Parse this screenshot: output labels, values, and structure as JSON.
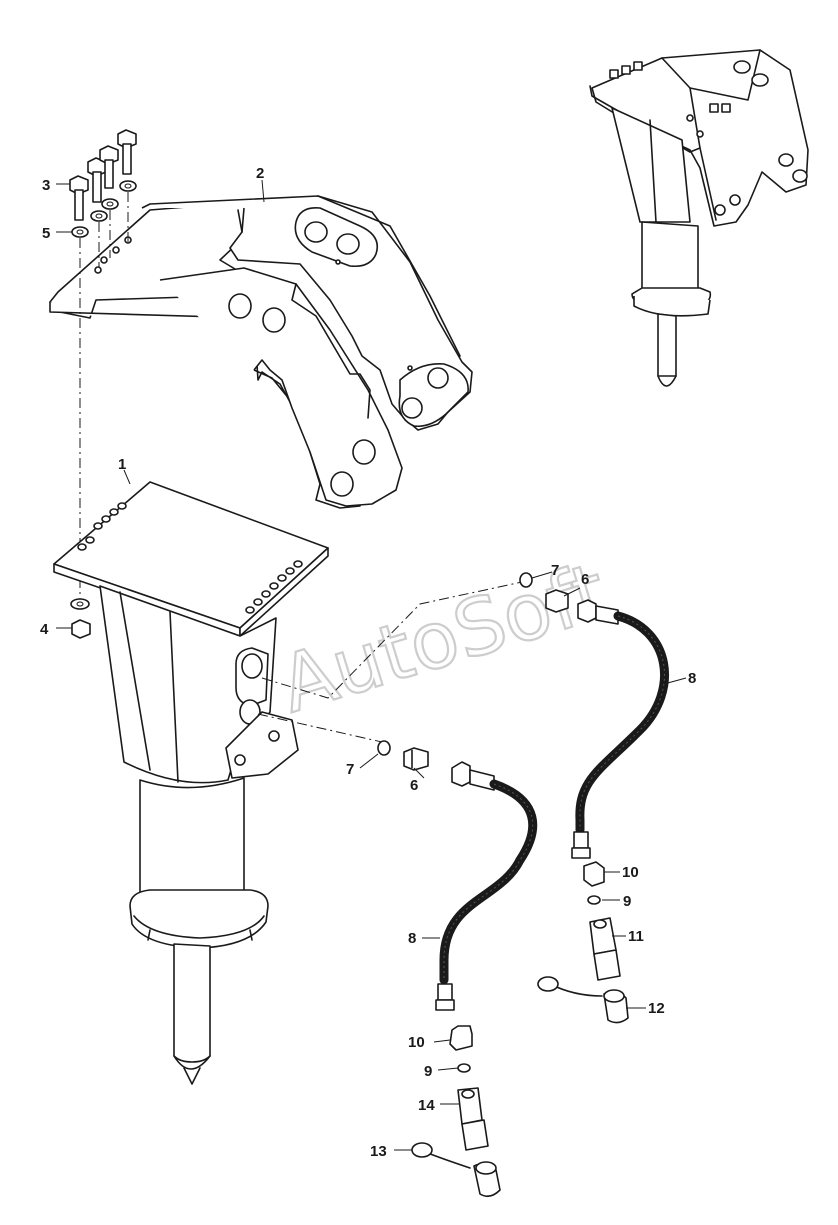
{
  "watermark": {
    "text": "AutoSoft"
  },
  "callouts": [
    {
      "id": "c1",
      "label": "1"
    },
    {
      "id": "c2",
      "label": "2"
    },
    {
      "id": "c3",
      "label": "3"
    },
    {
      "id": "c4",
      "label": "4"
    },
    {
      "id": "c5",
      "label": "5"
    },
    {
      "id": "c6a",
      "label": "6"
    },
    {
      "id": "c6b",
      "label": "6"
    },
    {
      "id": "c7a",
      "label": "7"
    },
    {
      "id": "c7b",
      "label": "7"
    },
    {
      "id": "c8a",
      "label": "8"
    },
    {
      "id": "c8b",
      "label": "8"
    },
    {
      "id": "c9a",
      "label": "9"
    },
    {
      "id": "c9b",
      "label": "9"
    },
    {
      "id": "c10a",
      "label": "10"
    },
    {
      "id": "c10b",
      "label": "10"
    },
    {
      "id": "c11",
      "label": "11"
    },
    {
      "id": "c12",
      "label": "12"
    },
    {
      "id": "c13",
      "label": "13"
    },
    {
      "id": "c14",
      "label": "14"
    }
  ]
}
